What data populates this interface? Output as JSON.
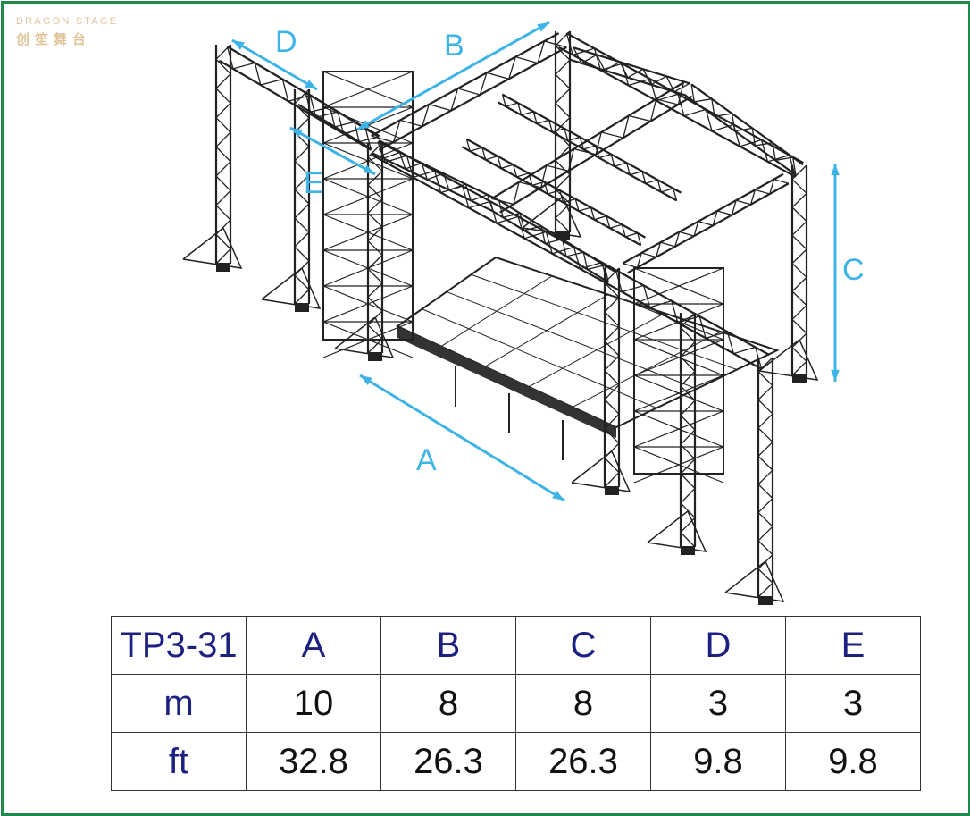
{
  "logo": {
    "text_en": "DRAGON STAGE",
    "text_cn": "创笙舞台"
  },
  "dimensions": {
    "A": "A",
    "B": "B",
    "C": "C",
    "D": "D",
    "E": "E"
  },
  "colors": {
    "frame": "#1f8a4c",
    "dimension_arrows": "#3db3e6",
    "table_header_text": "#1c2080",
    "truss": "#222222"
  },
  "table": {
    "model": "TP3-31",
    "columns": [
      "A",
      "B",
      "C",
      "D",
      "E"
    ],
    "rows": [
      {
        "unit": "m",
        "values": [
          "10",
          "8",
          "8",
          "3",
          "3"
        ]
      },
      {
        "unit": "ft",
        "values": [
          "32.8",
          "26.3",
          "26.3",
          "9.8",
          "9.8"
        ]
      }
    ]
  }
}
